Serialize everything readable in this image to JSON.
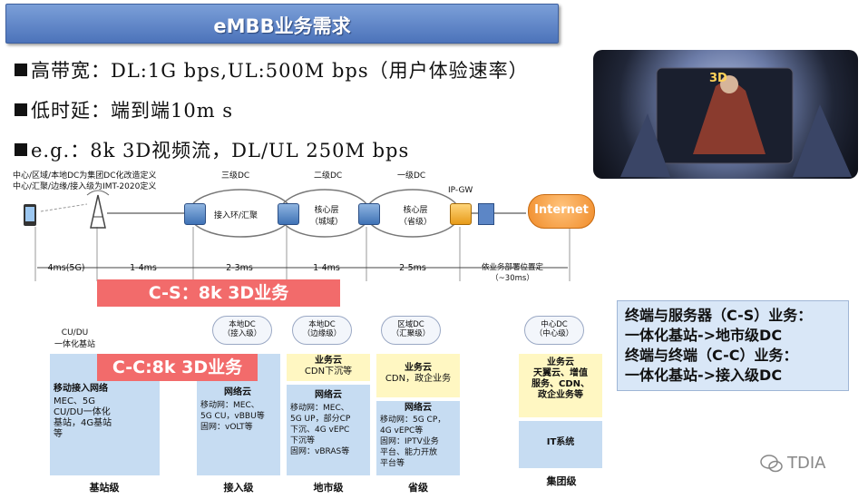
{
  "title": "eMBB业务需求",
  "bullets": [
    "高带宽：DL:1G bps,UL:500M bps（用户体验速率）",
    "低时延：端到端10m s",
    "e.g.：8k 3D视频流，DL/UL 250M bps"
  ],
  "notes": {
    "line1": "中心/区域/本地DC为集团DC化改造定义",
    "line2": "中心/汇聚/边缘/接入级为IMT-2020定义"
  },
  "tiers": {
    "dc3": "三级DC",
    "dc2": "二级DC",
    "dc1": "一级DC",
    "ip_gw": "IP-GW"
  },
  "rings": {
    "access": "接入环/汇聚",
    "core_city": "核心层\n（城域）",
    "core_prov": "核心层\n（省级）"
  },
  "internet": "Internet",
  "latencies": [
    "4ms(5G)",
    "1-4ms",
    "2-3ms",
    "1-4ms",
    "2-5ms",
    "依业务部署位置定\n（~30ms）"
  ],
  "banners": {
    "cs": "C-S：8k 3D业务",
    "cc": "C-C:8k 3D业务"
  },
  "clouds": {
    "cu_du": "CU/DU\n一体化基站",
    "local_access": "本地DC\n（接入级）",
    "local_edge": "本地DC\n（边缘级）",
    "regional": "区域DC\n（汇聚级）",
    "central": "中心DC\n（中心级）"
  },
  "blocks": {
    "base": {
      "title": "移动接入网络",
      "body": "MEC、5G\nCU/DU一体化\n基站，4G基站\n等"
    },
    "access": {
      "title": "网络云",
      "body": "移动网：MEC、\n5G CU，vBBU等\n固网：vOLT等"
    },
    "city_biz": {
      "title": "业务云",
      "body": "CDN下沉等"
    },
    "city_net": {
      "title": "网络云",
      "body": "移动网：MEC、\n5G UP，部分CP\n下沉、4G vEPC\n下沉等\n固网：vBRAS等"
    },
    "prov_biz": {
      "title": "业务云",
      "body": "CDN，政企业务"
    },
    "prov_net": {
      "title": "网络云",
      "body": "移动网：5G CP，\n4G vEPC等\n固网：IPTV业务\n平台、能力开放\n平台等"
    },
    "group_biz": {
      "title": "业务云",
      "body": "天翼云、增值\n服务、CDN、\n政企业务等"
    },
    "group_it": {
      "title": "IT系统"
    }
  },
  "levels": [
    "基站级",
    "接入级",
    "地市级",
    "省级",
    "集团级"
  ],
  "legend": {
    "l1": "终端与服务器（C-S）业务：",
    "l2": "一体化基站->地市级DC",
    "l3": "终端与终端（C-C）业务：",
    "l4": "一体化基站->接入级DC"
  },
  "watermark": "TDIA",
  "colors": {
    "title_bar": "#4c73ba",
    "banner": "#f26b6b",
    "column": "#c6dcf2",
    "yellow_block": "#fff7c2",
    "internet": "#f08c2a",
    "legend_bg": "#d9e7f7"
  }
}
